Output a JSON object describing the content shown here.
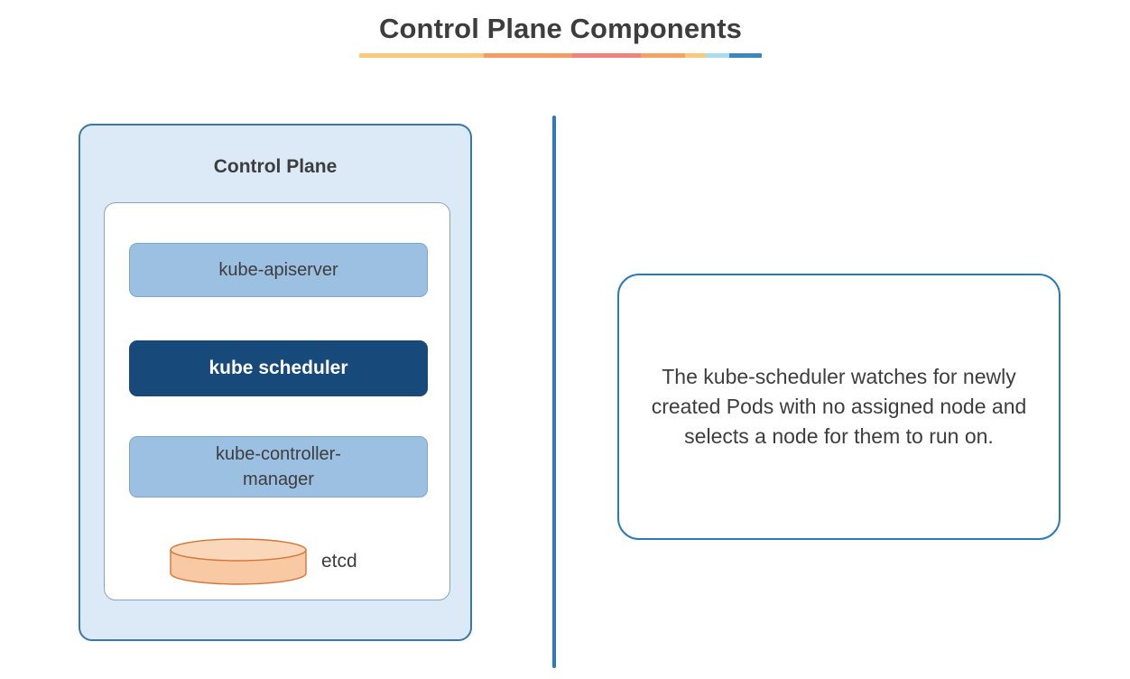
{
  "page": {
    "background_color": "#ffffff",
    "title": "Control Plane Components",
    "title_color": "#3d3d3d",
    "underline_segments": [
      {
        "color": "#fac87a",
        "width_pct": 31
      },
      {
        "color": "#f59a62",
        "width_pct": 22
      },
      {
        "color": "#f2827b",
        "width_pct": 17
      },
      {
        "color": "#f6a263",
        "width_pct": 11
      },
      {
        "color": "#fbc97c",
        "width_pct": 5
      },
      {
        "color": "#a8dcef",
        "width_pct": 6
      },
      {
        "color": "#3a86be",
        "width_pct": 8
      }
    ]
  },
  "divider": {
    "name": "vertical-divider",
    "color": "#2b7bb9"
  },
  "control_plane": {
    "title": "Control Plane",
    "fill_color": "#dce9f7",
    "border_color": "#3a77ab",
    "card_border_color": "#8ba3b8",
    "components": [
      {
        "id": "kube-apiserver",
        "label": "kube-apiserver",
        "highlighted": false,
        "fill_color": "#9cc0e2",
        "text_color": "#3d3d3d"
      },
      {
        "id": "kube-scheduler",
        "label": "kube scheduler",
        "highlighted": true,
        "fill_color": "#17497b",
        "text_color": "#ffffff"
      },
      {
        "id": "kube-controller-manager",
        "label": "kube-controller-manager",
        "label_line1": "kube-controller-",
        "label_line2": "manager",
        "highlighted": false,
        "fill_color": "#9cc0e2",
        "text_color": "#3d3d3d"
      }
    ],
    "datastore": {
      "id": "etcd",
      "label": "etcd",
      "shape": "cylinder",
      "fill_color": "#f9c9a4",
      "top_fill_color": "#fbd7b9",
      "border_color": "#d4763a"
    }
  },
  "description": {
    "text": "The kube-scheduler watches for newly created Pods with no assigned node and selects a node for them to run on.",
    "border_color": "#2b7bb9",
    "text_color": "#3d3d3d"
  }
}
